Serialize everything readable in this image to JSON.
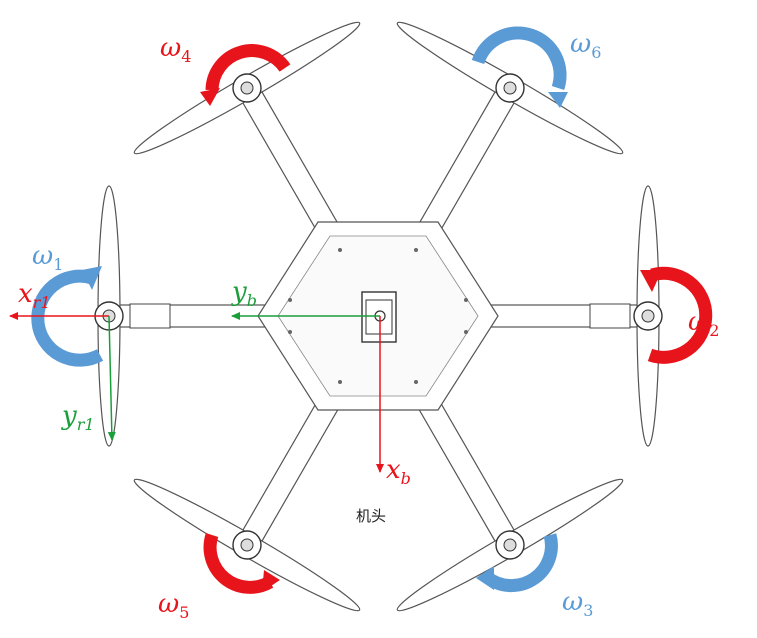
{
  "colors": {
    "red": "#e8141c",
    "blue": "#5b9bd5",
    "green": "#1a9e3a",
    "frame": "#555555"
  },
  "rotors": [
    {
      "id": "omega1",
      "base": "ω",
      "sub": "1",
      "color": "blue"
    },
    {
      "id": "omega2",
      "base": "ω",
      "sub": "2",
      "color": "red"
    },
    {
      "id": "omega3",
      "base": "ω",
      "sub": "3",
      "color": "blue"
    },
    {
      "id": "omega4",
      "base": "ω",
      "sub": "4",
      "color": "red"
    },
    {
      "id": "omega5",
      "base": "ω",
      "sub": "5",
      "color": "red"
    },
    {
      "id": "omega6",
      "base": "ω",
      "sub": "6",
      "color": "blue"
    }
  ],
  "axes": {
    "xb": {
      "base": "x",
      "sub": "b"
    },
    "yb": {
      "base": "y",
      "sub": "b"
    },
    "xr1": {
      "base": "x",
      "sub": "r1"
    },
    "yr1": {
      "base": "y",
      "sub": "r1"
    }
  },
  "head_label": "机头"
}
